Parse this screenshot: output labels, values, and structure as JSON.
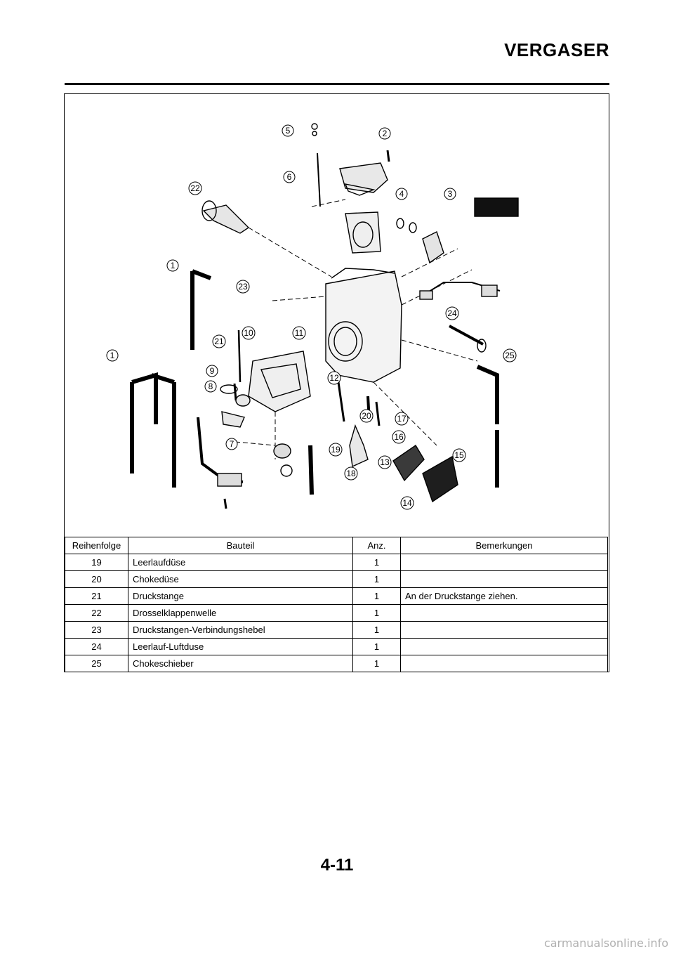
{
  "header": {
    "title": "VERGASER"
  },
  "diagram": {
    "callouts": [
      "1",
      "1",
      "2",
      "3",
      "4",
      "5",
      "6",
      "7",
      "8",
      "9",
      "10",
      "11",
      "12",
      "13",
      "14",
      "15",
      "16",
      "17",
      "18",
      "19",
      "20",
      "21",
      "22",
      "23",
      "24",
      "25"
    ]
  },
  "table": {
    "headers": [
      "Reihenfolge",
      "Bauteil",
      "Anz.",
      "Bemerkungen"
    ],
    "rows": [
      {
        "order": "19",
        "part": "Leerlaufdüse",
        "qty": "1",
        "note": ""
      },
      {
        "order": "20",
        "part": "Chokedüse",
        "qty": "1",
        "note": ""
      },
      {
        "order": "21",
        "part": "Druckstange",
        "qty": "1",
        "note": "An der Druckstange ziehen."
      },
      {
        "order": "22",
        "part": "Drosselklappenwelle",
        "qty": "1",
        "note": ""
      },
      {
        "order": "23",
        "part": "Druckstangen-Verbindungshebel",
        "qty": "1",
        "note": ""
      },
      {
        "order": "24",
        "part": "Leerlauf-Luftduse",
        "qty": "1",
        "note": ""
      },
      {
        "order": "25",
        "part": "Chokeschieber",
        "qty": "1",
        "note": ""
      }
    ]
  },
  "footer": {
    "page_number": "4-11",
    "watermark": "carmanualsonline.info"
  }
}
